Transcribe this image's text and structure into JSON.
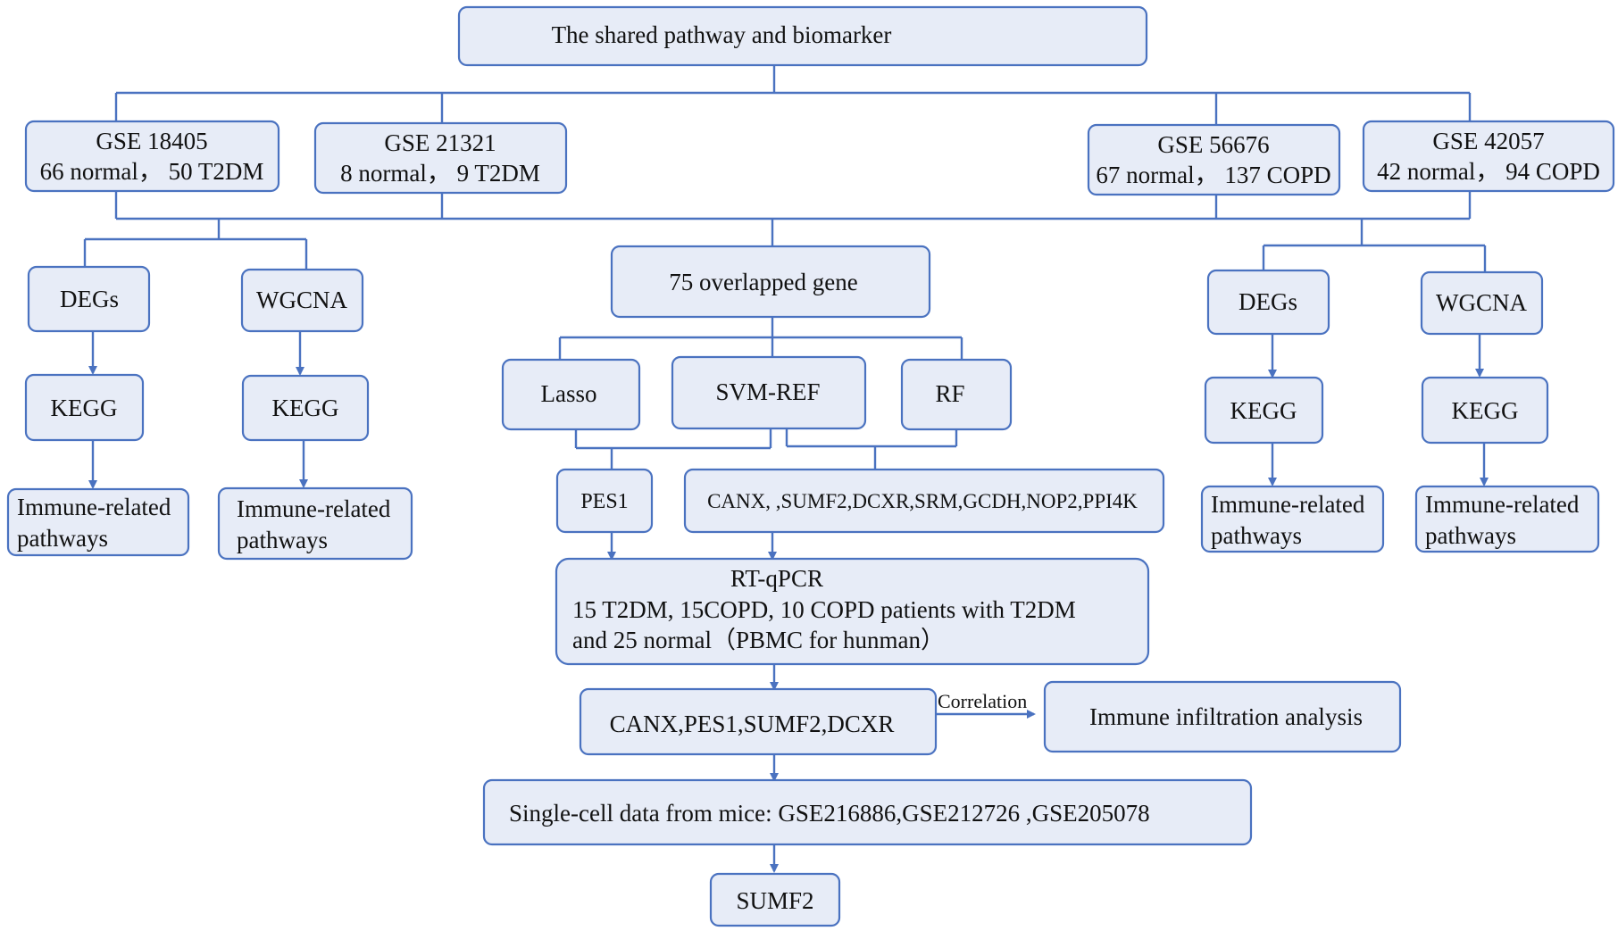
{
  "diagram": {
    "title": "The shared pathway and biomarker",
    "datasets": [
      {
        "id": "GSE 18405",
        "samples": "66 normal，  50 T2DM"
      },
      {
        "id": "GSE 21321",
        "samples": "8 normal，  9 T2DM"
      },
      {
        "id": "GSE 56676",
        "samples": "67 normal，  137 COPD"
      },
      {
        "id": "GSE 42057",
        "samples": "42 normal，  94 COPD"
      }
    ],
    "left_branch": {
      "degs": "DEGs",
      "wgcna": "WGCNA",
      "kegg": "KEGG",
      "immune_line1": "Immune-related",
      "immune_line2": "pathways"
    },
    "right_branch": {
      "degs": "DEGs",
      "wgcna": "WGCNA",
      "kegg": "KEGG",
      "immune_line1": "Immune-related",
      "immune_line2": "pathways"
    },
    "overlap": "75 overlapped gene",
    "methods": [
      "Lasso",
      "SVM-REF",
      "RF"
    ],
    "pes1": "PES1",
    "gene_set": "CANX, ,SUMF2,DCXR,SRM,GCDH,NOP2,PPI4K",
    "rtqpcr": {
      "title": "RT-qPCR",
      "line1": "15 T2DM, 15COPD, 10 COPD patients with T2DM",
      "line2": "and 25 normal（PBMC for hunman）"
    },
    "validated": "CANX,PES1,SUMF2,DCXR",
    "correlation_label": "Correlation",
    "immune_infiltration": "Immune infiltration analysis",
    "single_cell": "Single-cell data from mice: GSE216886,GSE212726 ,GSE205078",
    "final": "SUMF2"
  },
  "colors": {
    "box_fill": "#e7ecf7",
    "box_stroke": "#4a72c0",
    "line": "#4a72c0",
    "text": "#111111"
  }
}
